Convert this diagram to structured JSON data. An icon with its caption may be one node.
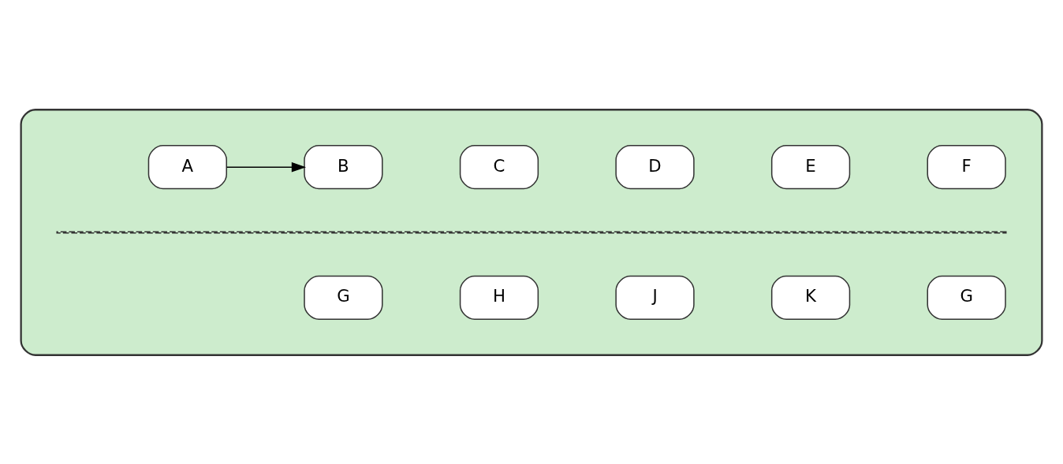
{
  "diagram": {
    "nodes": [
      {
        "text": [],
        "shape": "box"
      },
      {
        "text": [
          "A"
        ],
        "in": 0
      },
      {
        "text": [
          "B"
        ],
        "in": 0
      },
      {
        "text": [
          "C"
        ],
        "in": 0
      },
      {
        "text": [
          "D"
        ],
        "in": 0
      },
      {
        "text": [
          "E"
        ],
        "in": 0
      },
      {
        "text": [
          "F"
        ],
        "in": 0
      },
      {
        "text": [
          "G"
        ],
        "in": 0
      },
      {
        "text": [
          "H"
        ],
        "in": 0
      },
      {
        "text": [
          "J"
        ],
        "in": 0
      },
      {
        "text": [
          "K"
        ],
        "in": 0
      },
      {
        "text": [
          "G"
        ],
        "in": 0
      }
    ],
    "edges": [
      {
        "from": 1,
        "to": 2,
        "arrow": "to"
      }
    ]
  }
}
